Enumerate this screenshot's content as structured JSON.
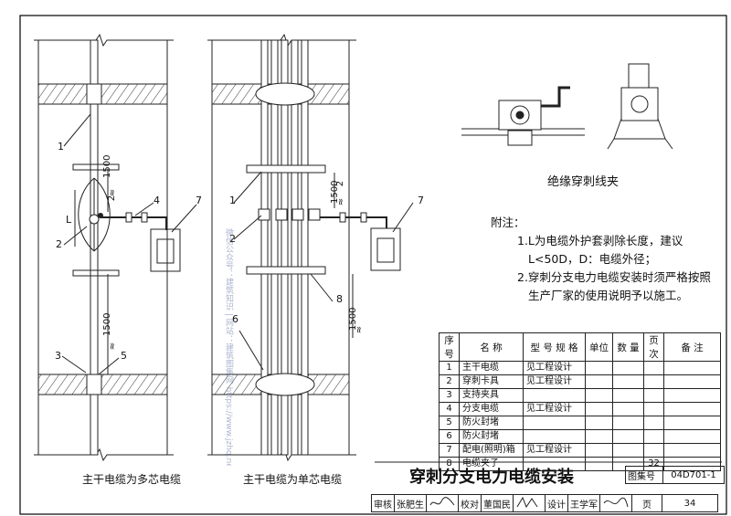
{
  "captions": {
    "left": "主干电缆为多芯电缆",
    "middle": "主干电缆为单芯电缆",
    "clamp": "绝缘穿刺线夹"
  },
  "dims": {
    "d1500": "1500",
    "approx": "≈",
    "two": "2",
    "L": "L"
  },
  "callouts": [
    "1",
    "2",
    "3",
    "4",
    "5",
    "6",
    "7",
    "8"
  ],
  "notes": {
    "heading": "附注：",
    "line1": "1.L为电缆外护套剥除长度，建议",
    "line2": "L<50D，D：电缆外径；",
    "line3": "2.穿刺分支电力电缆安装时须严格按照",
    "line4": "生产厂家的使用说明予以施工。"
  },
  "table": {
    "headers": [
      "序号",
      "名    称",
      "型 号 规 格",
      "单位",
      "数 量",
      "页次",
      "备  注"
    ],
    "rows": [
      {
        "no": "1",
        "name": "主干电缆",
        "spec": "见工程设计",
        "unit": "",
        "qty": "",
        "page": "",
        "remark": ""
      },
      {
        "no": "2",
        "name": "穿刺卡具",
        "spec": "见工程设计",
        "unit": "",
        "qty": "",
        "page": "",
        "remark": ""
      },
      {
        "no": "3",
        "name": "支持夹具",
        "spec": "",
        "unit": "",
        "qty": "",
        "page": "",
        "remark": ""
      },
      {
        "no": "4",
        "name": "分支电缆",
        "spec": "见工程设计",
        "unit": "",
        "qty": "",
        "page": "",
        "remark": ""
      },
      {
        "no": "5",
        "name": "防火封堵",
        "spec": "",
        "unit": "",
        "qty": "",
        "page": "",
        "remark": ""
      },
      {
        "no": "6",
        "name": "防火封堵",
        "spec": "",
        "unit": "",
        "qty": "",
        "page": "",
        "remark": ""
      },
      {
        "no": "7",
        "name": "配电(照明)箱",
        "spec": "见工程设计",
        "unit": "",
        "qty": "",
        "page": "",
        "remark": ""
      },
      {
        "no": "8",
        "name": "电缆夹子",
        "spec": "",
        "unit": "",
        "qty": "",
        "page": "32",
        "remark": ""
      }
    ]
  },
  "title_block": {
    "title": "穿刺分支电力电缆安装",
    "atlas_label": "图集号",
    "atlas_no": "04D701-1",
    "review_label": "审核",
    "reviewer": "张肥生",
    "check_label": "校对",
    "checker": "董国民",
    "design_label": "设计",
    "designer": "王学军",
    "page_label": "页",
    "page_no": "34"
  },
  "watermark": "微信公众号：建筑知识 | 网站：建筑图集网 https://www.jzhq.net"
}
